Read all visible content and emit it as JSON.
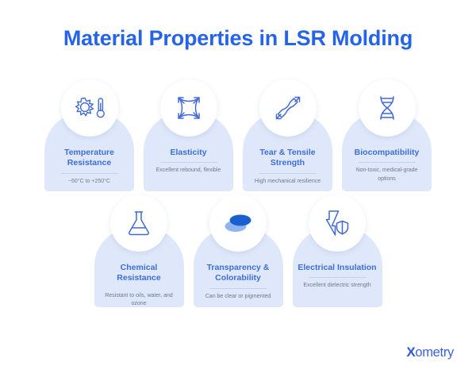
{
  "header": {
    "title": "Material Properties in LSR Molding"
  },
  "colors": {
    "title": "#2563e8",
    "card_bg": "#dfe8fa",
    "card_title": "#3c6ddb",
    "card_sub": "#6b7a90",
    "icon_stroke": "#4169d6",
    "logo": "#2b56d8",
    "accent_dark": "#1a5fd0",
    "accent_light": "#8fb4f0",
    "page_bg": "#ffffff"
  },
  "rows": [
    {
      "cards": [
        {
          "icon": "sun-thermometer-icon",
          "title": "Temperature Resistance",
          "subtitle": "−50°C to +250°C"
        },
        {
          "icon": "stretch-arrows-icon",
          "title": "Elasticity",
          "subtitle": "Excellent rebound, flexible"
        },
        {
          "icon": "tensile-specimen-icon",
          "title": "Tear & Tensile Strength",
          "subtitle": "High mechanical resilience"
        },
        {
          "icon": "dna-helix-icon",
          "title": "Biocompatibility",
          "subtitle": "Non-toxic, medical-grade options"
        }
      ]
    },
    {
      "cards": [
        {
          "icon": "flask-icon",
          "title": "Chemical Resistance",
          "subtitle": "Resistant to oils, water, and ozone"
        },
        {
          "icon": "color-lenses-icon",
          "title": "Transparency & Colorability",
          "subtitle": "Can be clear or pigmented"
        },
        {
          "icon": "bolt-shield-icon",
          "title": "Electrical Insulation",
          "subtitle": "Excellent dielectric strength"
        }
      ]
    }
  ],
  "logo": {
    "mark": "X",
    "word": "ometry"
  }
}
